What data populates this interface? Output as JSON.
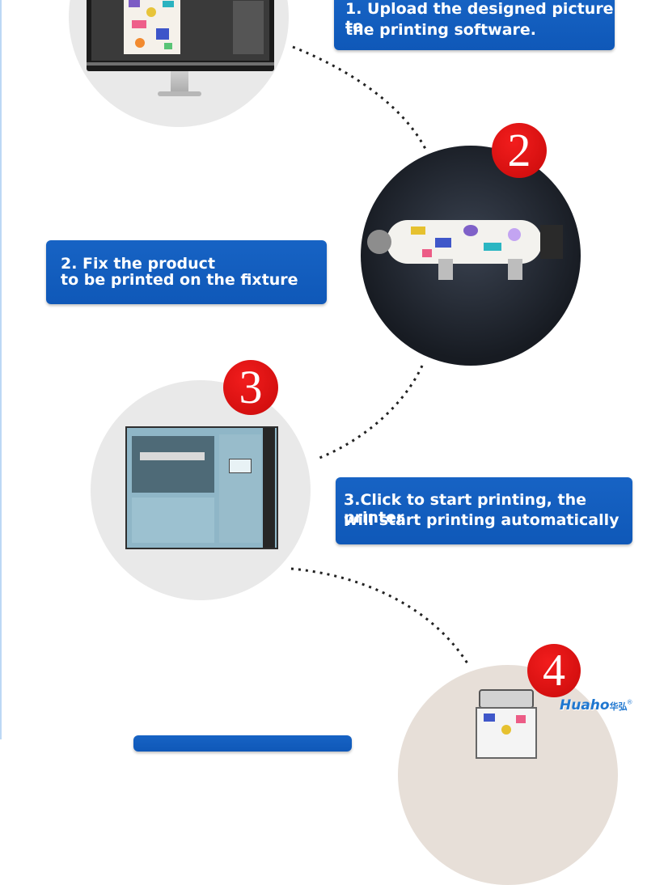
{
  "steps": [
    {
      "number": "1",
      "text_lines": [
        "1. Upload the designed picture to",
        "the printing software."
      ]
    },
    {
      "number": "2",
      "text_lines": [
        "2. Fix the product",
        "to be printed on the fixture"
      ]
    },
    {
      "number": "3",
      "text_lines": [
        "3.Click to start printing, the printer",
        "will start printing automatically"
      ]
    },
    {
      "number": "4",
      "text_lines": [
        "",
        ""
      ]
    }
  ],
  "brand": {
    "logo_text": "Huaho",
    "logo_cn": "华弘",
    "registered": "®"
  },
  "colors": {
    "label_blue": "#1763c4",
    "badge_red": "#e01010",
    "circle_gray": "#e9e9e9"
  }
}
